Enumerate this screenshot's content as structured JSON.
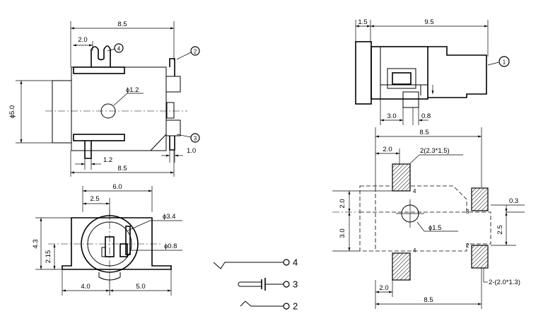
{
  "top_left_view": {
    "dim_overall": "8.5",
    "dim_pin4_offset": "2.0",
    "dim_hole": "ɸ1.2",
    "dim_body_dia": "ɸ5.0",
    "dim_pin_width": "1.2",
    "dim_pin_thickness": "1.0",
    "dim_bottom_length": "8.5",
    "callout_4": "4",
    "callout_2": "2",
    "callout_3": "3"
  },
  "top_right_view": {
    "dim_flange": "1.5",
    "dim_body_length": "9.5",
    "dim_pin_offset": "3.0",
    "dim_pin_thickness": "0.8",
    "callout_1": "1"
  },
  "front_view": {
    "dim_width": "6.0",
    "dim_center_offset": "2.5",
    "dim_bore": "ɸ3.4",
    "dim_pin": "ɸ0.8",
    "dim_height": "4.3",
    "dim_center_height": "2.15",
    "dim_left": "4.0",
    "dim_right": "5.0"
  },
  "schematic": {
    "label_4": "4",
    "label_3": "3",
    "label_2": "2"
  },
  "pcb_layout": {
    "dim_overall_top": "8.5",
    "dim_pad_offset": "2.0",
    "dim_large_pad": "2(2.3*1.5)",
    "dim_left_upper": "2.0",
    "dim_left_lower": "3.0",
    "dim_hole": "ɸ1.5",
    "dim_right_pad_offset": "0.3",
    "dim_right_spacing": "2.5",
    "dim_small_pad": "2-(2.0*1.3)",
    "dim_bottom_offset": "2.0",
    "dim_overall_bottom": "8.5",
    "pad_label_top_left": "4",
    "pad_label_top_right": "3",
    "pad_label_bottom_left": "4",
    "pad_label_bottom_right": "2"
  }
}
